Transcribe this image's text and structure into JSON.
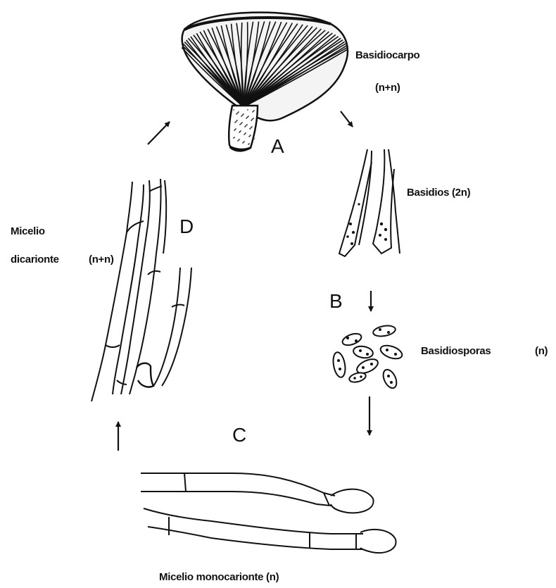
{
  "labels": {
    "basidiocarp": "Basidiocarpo",
    "basidiocarp_ploidy": "(n+n)",
    "basidia": "Basidios (2n)",
    "basidiospores": "Basidiosporas",
    "basidiospores_ploidy": "(n)",
    "mono_mycelium": "Micelio monocarionte (n)",
    "di_mycelium_line1": "Micelio",
    "di_mycelium_line2": "dicarionte",
    "di_mycelium_ploidy": "(n+n)"
  },
  "stage_letters": {
    "a": "A",
    "b": "B",
    "c": "C",
    "d": "D"
  },
  "colors": {
    "ink": "#111111",
    "background": "#ffffff"
  }
}
